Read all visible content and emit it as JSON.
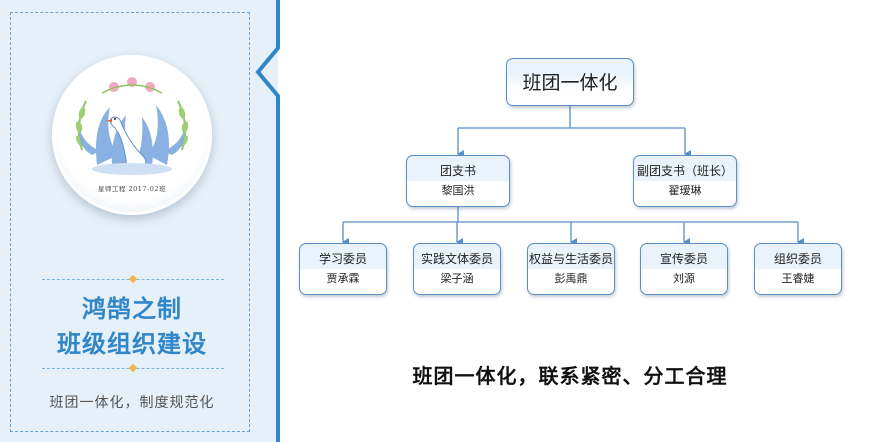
{
  "left_panel": {
    "emblem_caption": "星师工程 2017-02班",
    "title_line1": "鸿鹄之制",
    "title_line2": "班级组织建设",
    "subtitle": "班团一体化，制度规范化"
  },
  "org_chart": {
    "root": {
      "title": "班团一体化"
    },
    "level2": [
      {
        "title": "团支书",
        "person": "黎国洪"
      },
      {
        "title": "副团支书（班长）",
        "person": "翟瑷琳"
      }
    ],
    "level3": [
      {
        "title": "学习委员",
        "person": "贾承霖"
      },
      {
        "title": "实践文体委员",
        "person": "梁子涵"
      },
      {
        "title": "权益与生活委员",
        "person": "彭禹鼎"
      },
      {
        "title": "宣传委员",
        "person": "刘源"
      },
      {
        "title": "组织委员",
        "person": "王睿婕"
      }
    ]
  },
  "bottom_caption": "班团一体化，联系紧密、分工合理",
  "colors": {
    "accent_blue": "#2f86c8",
    "node_border": "#5a8fc4",
    "panel_bg": "#e6f0f8",
    "diamond": "#f2b54a"
  },
  "icons": {
    "emblem": "swan-emblem-icon",
    "separator": "diamond-icon"
  }
}
